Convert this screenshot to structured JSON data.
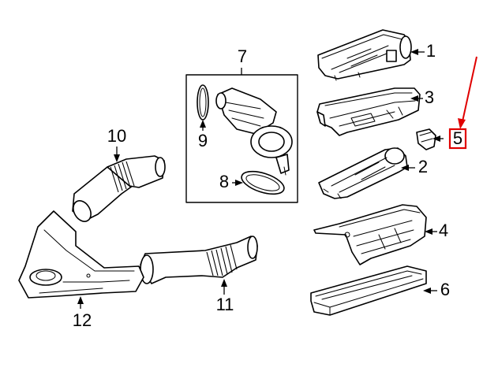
{
  "callouts": {
    "c1": "1",
    "c2": "2",
    "c3": "3",
    "c4": "4",
    "c5": "5",
    "c6": "6",
    "c7": "7",
    "c8": "8",
    "c9": "9",
    "c10": "10",
    "c11": "11",
    "c12": "12"
  },
  "colors": {
    "line": "#000000",
    "background": "#ffffff",
    "highlight": "#e00000"
  }
}
